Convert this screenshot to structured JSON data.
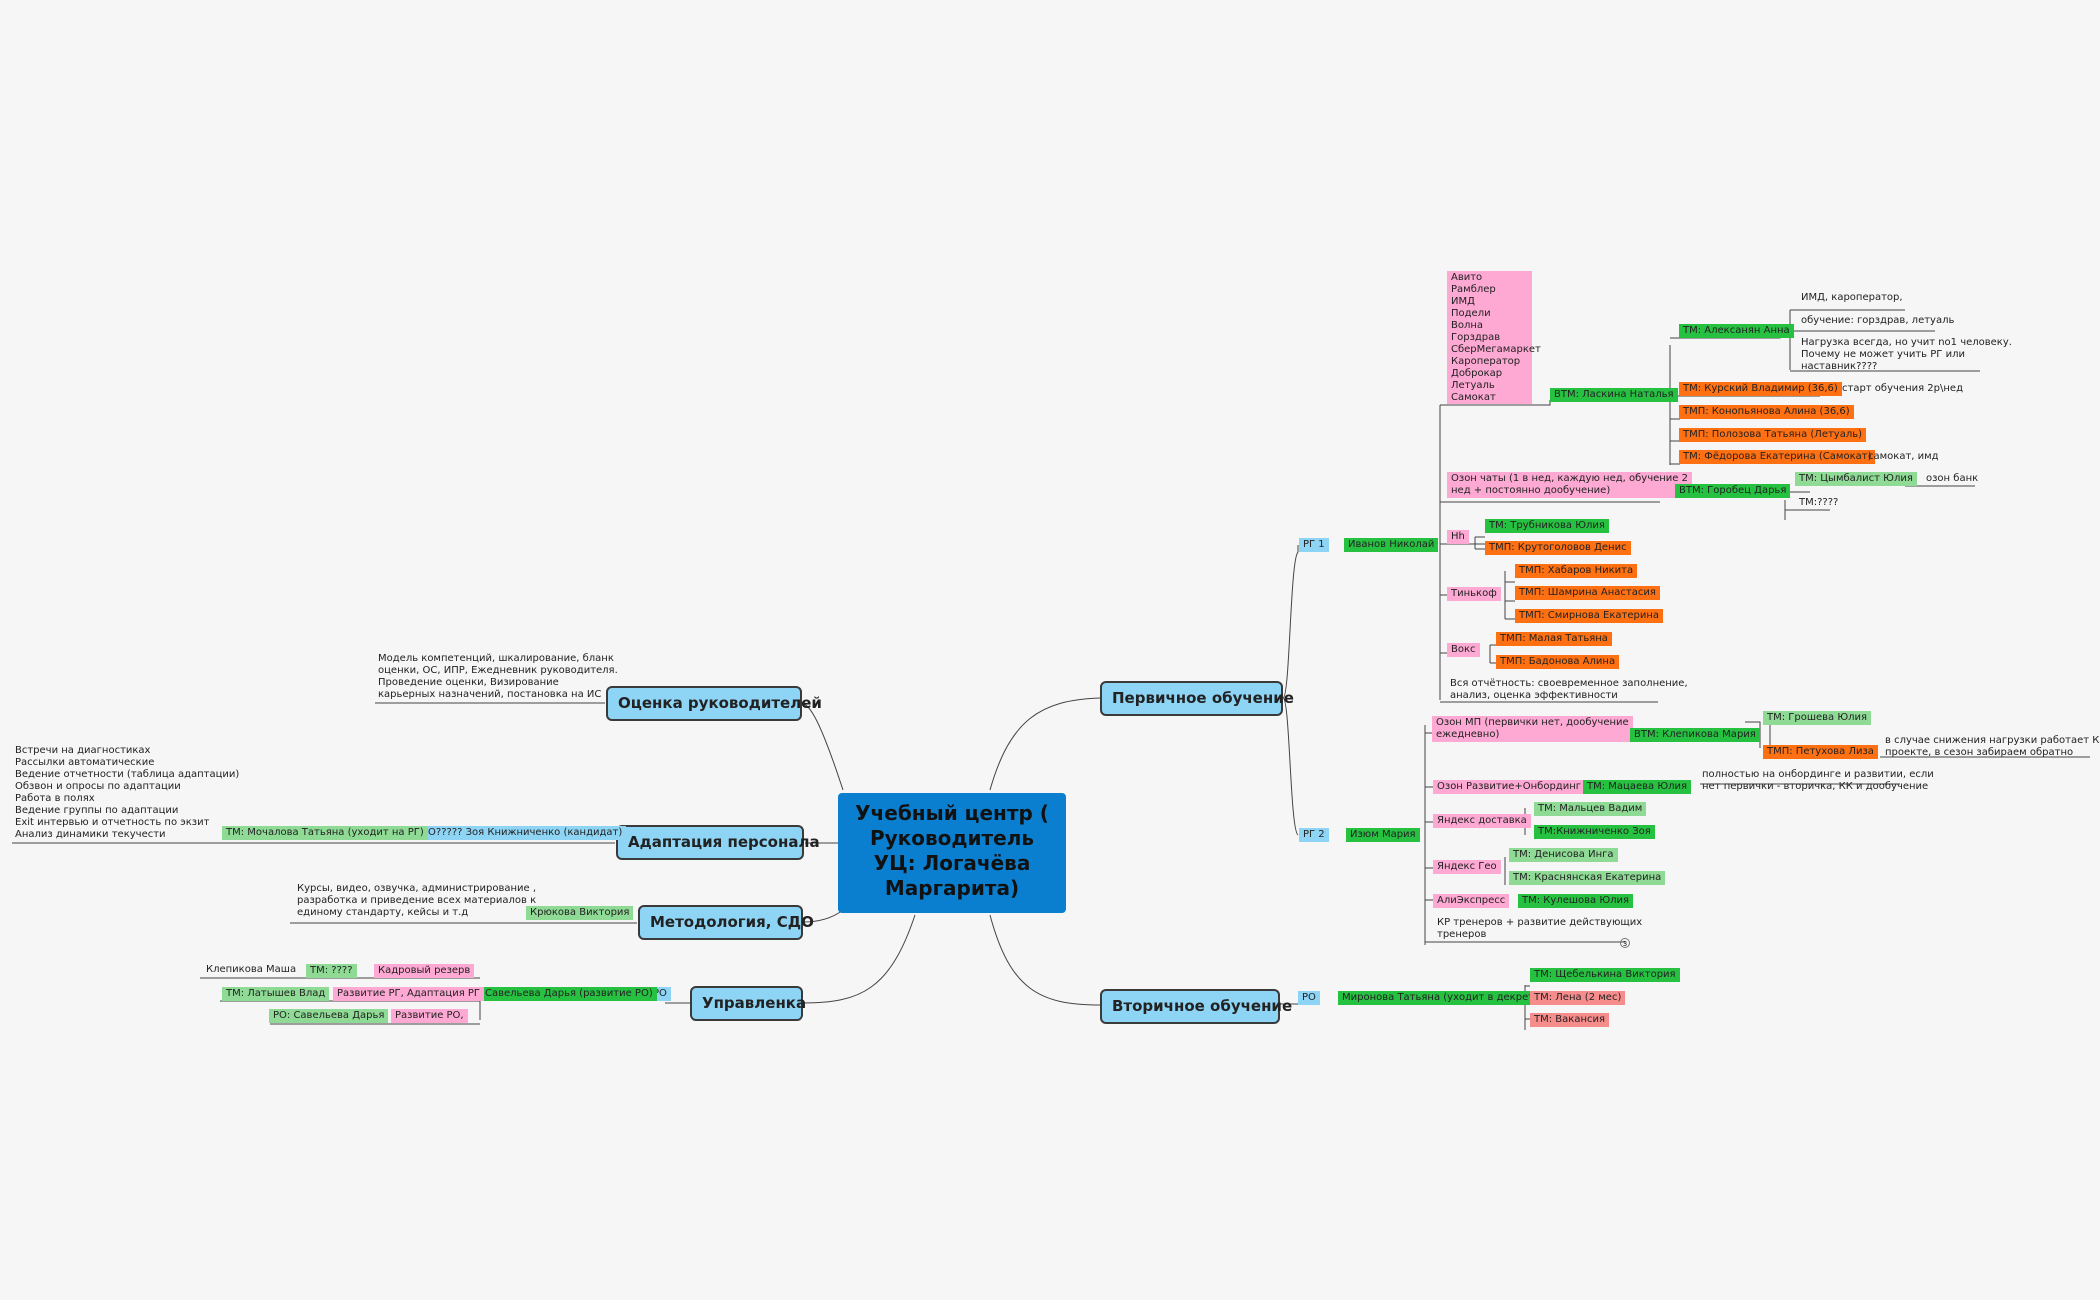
{
  "center": "Учебный центр ( Руководитель УЦ: Логачёва Маргарита)",
  "left": {
    "ocenka": {
      "topic": "Оценка руководителей",
      "note": "Модель компетенций, шкалирование, бланк\nоценки, ОС, ИПР, Ежедневник руководителя.\nПроведение оценки, Визирование\nкарьерных назначений, постановка на ИС"
    },
    "adaptation": {
      "topic": "Адаптация персонала",
      "ro": "РО????? Зоя Книжниченко (кандидат)",
      "tm": "ТМ: Мочалова Татьяна (уходит на РГ)",
      "note": "Встречи на диагностиках\nРассылки автоматические\nВедение отчетности (таблица адаптации)\nОбзвон и опросы по адаптации\nРабота в полях\nВедение группы по адаптации\nExit интервью и отчетность по экзит\nАнализ динамики текучести"
    },
    "method": {
      "topic": "Методология, СДО",
      "person": "Крюкова Виктория",
      "note": "Курсы, видео, озвучка, администрирование ,\nразработка и приведение всех материалов к\nединому стандарту, кейсы и т.д"
    },
    "upr": {
      "topic": "Управленка",
      "ro": "РО",
      "person": "Савельева Дарья (развитие РО)",
      "r1": {
        "kadr": "Кадровый резерв",
        "tm": "ТМ: ????",
        "name": "Клепикова Маша"
      },
      "r2": {
        "dev": "Развитие РГ, Адаптация РГ",
        "tm": "ТМ: Латышев Влад"
      },
      "r3": {
        "dev": "Развитие РО,",
        "ro": "РО: Савельева Дарья"
      }
    }
  },
  "right": {
    "primary": {
      "topic": "Первичное обучение",
      "rg1": {
        "label": "РГ 1",
        "head": "Иванов Николай",
        "vtm1": {
          "projects": "Авито\nРамблер\nИМД\nПодели\nВолна\nГорздрав\nСберМегамаркет\nКароператор\nДоброкар\nЛетуаль\nСамокат",
          "name": "ВТМ: Ласкина Наталья",
          "aleks": {
            "name": "ТМ: Алексанян Анна",
            "n1": "ИМД, кароператор,",
            "n2": "обучение: горздрав, летуаль",
            "n3": "Нагрузка всегда, но учит no1 человеку.\nПочему не может учить РГ или\nнаставник????"
          },
          "kursky": "ТМ: Курский Владимир (36,6)",
          "kursky_note": "старт обучения 2р\\нед",
          "konop": "ТМП: Конопьянова Алина (36,6)",
          "polozova": "ТМП: Полозова Татьяна (Летуаль)",
          "fedorova": "ТМ: Фёдорова Екатерина (Самокат)",
          "fedorova_note": "самокат, имд"
        },
        "vtm2": {
          "ozon": "Озон чаты (1 в нед, каждую нед, обучение 2\nнед + постоянно дообучение)",
          "name": "ВТМ: Горобец Дарья",
          "tm1": "ТМ: Цымбалист Юлия",
          "tm1_note": "озон банк",
          "tm2": "ТМ:????"
        },
        "hh": {
          "label": "Hh",
          "tm": "ТМ: Трубникова Юлия",
          "tmp": "ТМП: Крутоголовов Денис"
        },
        "tink": {
          "label": "Тинькоф",
          "a": "ТМП: Хабаров Никита",
          "b": "ТМП: Шамрина Анастасия",
          "c": "ТМП: Смирнова Екатерина"
        },
        "voks": {
          "label": "Вокс",
          "a": "ТМП: Малая Татьяна",
          "b": "ТМП: Бадонова Алина"
        },
        "report": "Вся отчётность: своевременное заполнение,\nанализ, оценка эффективности"
      },
      "rg2": {
        "label": "РГ 2",
        "head": "Изюм Мария",
        "ozonmp": "Озон МП (первички нет, дообучение\nежедневно)",
        "vtm": "ВТМ: Клепикова Мария",
        "vtm_tm": "ТМ: Грошева Юлия",
        "vtm_tmp": "ТМП: Петухова Лиза",
        "vtm_note": "в случае снижения нагрузки работает КК на\nпроекте, в сезон забираем обратно",
        "ozondev": "Озон Развитие+Онбординг",
        "ozondev_tm": "ТМ: Мацаева Юлия",
        "ozondev_note": "полностью на онбординге и развитии, если\nнет первички - вторичка, КК и дообучение",
        "ya_dost": "Яндекс доставка",
        "ya_dost_a": "ТМ: Мальцев Вадим",
        "ya_dost_b": "ТМ:Книжниченко Зоя",
        "ya_geo": "Яндекс Гео",
        "ya_geo_a": "ТМ: Денисова Инга",
        "ya_geo_b": "ТМ: Краснянская Екатерина",
        "ali": "АлиЭкспресс",
        "ali_tm": "ТМ: Кулешова Юлия",
        "kr": "КР тренеров + развитие действующих\nтренеров",
        "count": "3"
      }
    },
    "secondary": {
      "topic": "Вторичное обучение",
      "ro": "РО",
      "head": "Миронова Татьяна (уходит в декрет)",
      "a": "ТМ: Щебелькина Виктория",
      "b": "ТМ: Лена (2 мес)",
      "c": "ТМ: Вакансия"
    }
  }
}
